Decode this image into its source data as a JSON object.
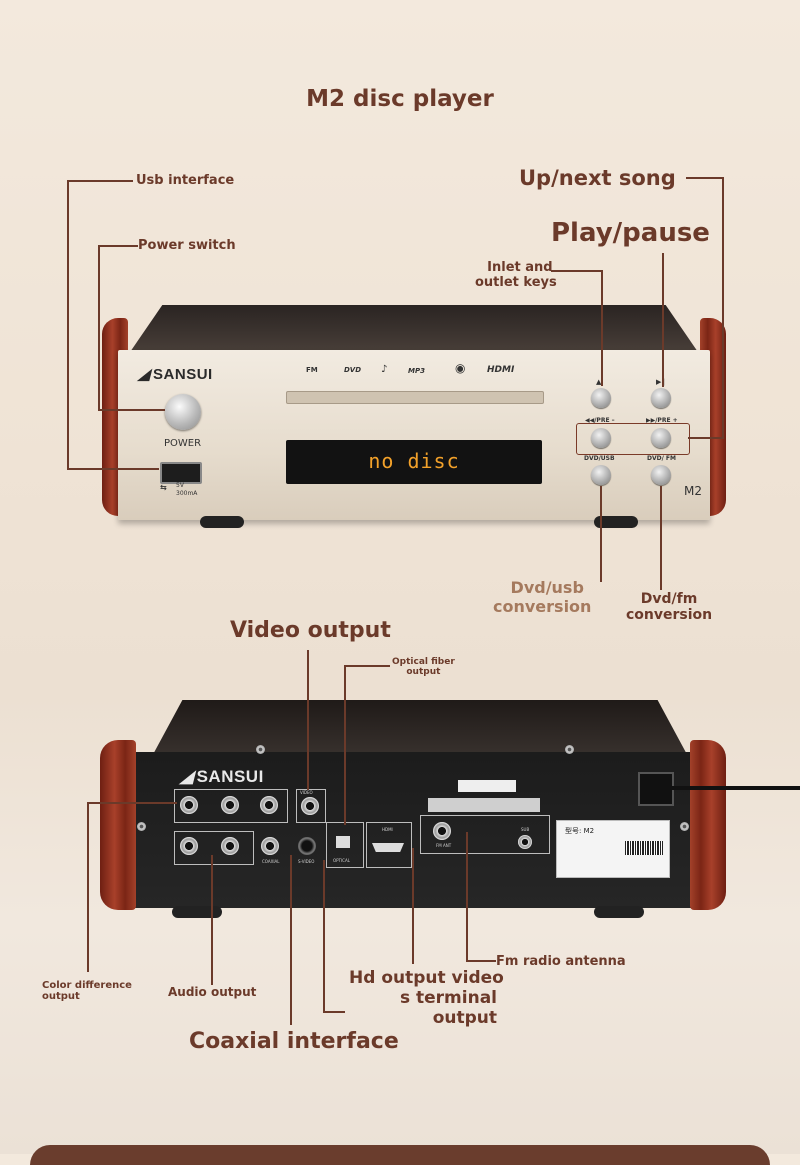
{
  "title": "M2 disc player",
  "front_labels": {
    "usb_interface": "Usb interface",
    "power_switch": "Power switch",
    "up_next_song": "Up/next song",
    "play_pause": "Play/pause",
    "inlet_outlet_1": "Inlet and",
    "inlet_outlet_2": "outlet keys",
    "dvd_usb_1": "Dvd/usb",
    "dvd_usb_2": "conversion",
    "dvd_fm_1": "Dvd/fm",
    "dvd_fm_2": "conversion"
  },
  "front_panel": {
    "brand": "SANSUI",
    "power": "POWER",
    "display_text": "no disc",
    "model": "M2",
    "logos": [
      "FM",
      "DVD",
      "MP3",
      "HDMI"
    ],
    "btn_prev": "◀◀/PRE –",
    "btn_next": "▶▶/PRE +",
    "btn_dvd_usb": "DVD/USB",
    "btn_dvd_fm": "DVD/ FM",
    "usb_spec_1": "5V",
    "usb_spec_2": "300mA"
  },
  "rear_labels": {
    "video_output": "Video output",
    "optical_1": "Optical fiber",
    "optical_2": "output",
    "color_diff_1": "Color difference",
    "color_diff_2": "output",
    "audio_output": "Audio output",
    "hd_1": "Hd output video",
    "hd_2": "s terminal",
    "hd_3": "output",
    "fm_antenna": "Fm radio antenna",
    "coaxial": "Coaxial interface"
  },
  "rear_panel": {
    "brand": "SANSUI",
    "video": "VIDEO",
    "coaxial": "COAXIAL",
    "svideo": "S-VIDEO",
    "optical": "OPTICAL",
    "hdmi": "HDMI",
    "fm_ant": "FM ANT",
    "sub": "SUB",
    "label_model": "型号: M2"
  },
  "colors": {
    "accent": "#6b3a2a",
    "wood": "#a8402a",
    "display": "#f2a12a"
  }
}
